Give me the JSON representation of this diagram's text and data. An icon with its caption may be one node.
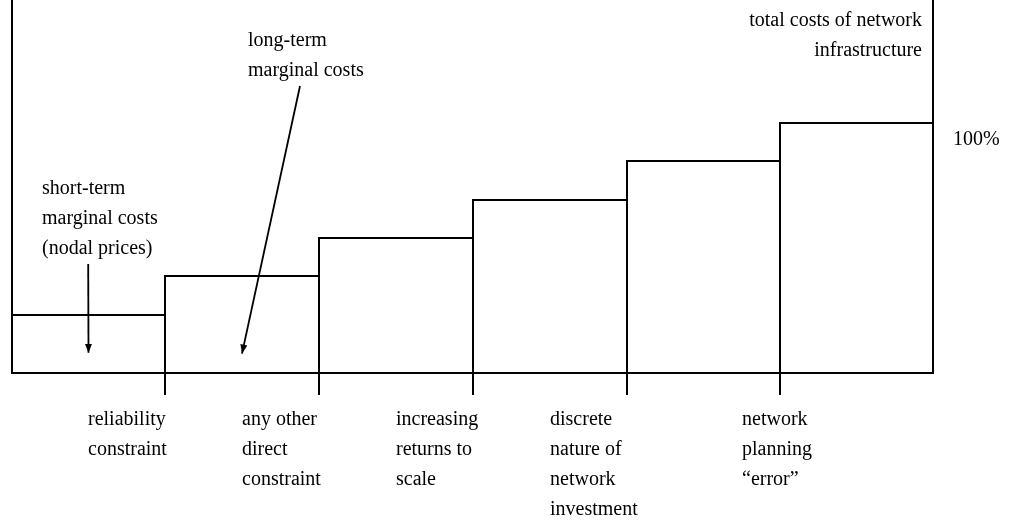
{
  "diagram": {
    "nodes": [
      {
        "text": [
          "short-term marginal costs (nodal prices)"
        ]
      },
      {
        "text": [
          "long-term marginal costs"
        ]
      },
      {
        "text": [],
        "shape": "bar"
      },
      {
        "text": [],
        "shape": "bar"
      },
      {
        "text": [],
        "shape": "bar"
      },
      {
        "text": [],
        "shape": "bar"
      },
      {
        "text": [],
        "shape": "bar"
      },
      {
        "text": [],
        "shape": "bar"
      }
    ],
    "edges": [
      {
        "from": 0,
        "to": 2,
        "arrow": "to"
      },
      {
        "from": 1,
        "to": 3,
        "arrow": "to"
      }
    ],
    "labels": [
      "total costs of network infrastructure",
      "100%",
      "reliability constraint",
      "any other direct constraint",
      "increasing returns to scale",
      "discrete nature of network investment",
      "network planning “error”"
    ]
  }
}
